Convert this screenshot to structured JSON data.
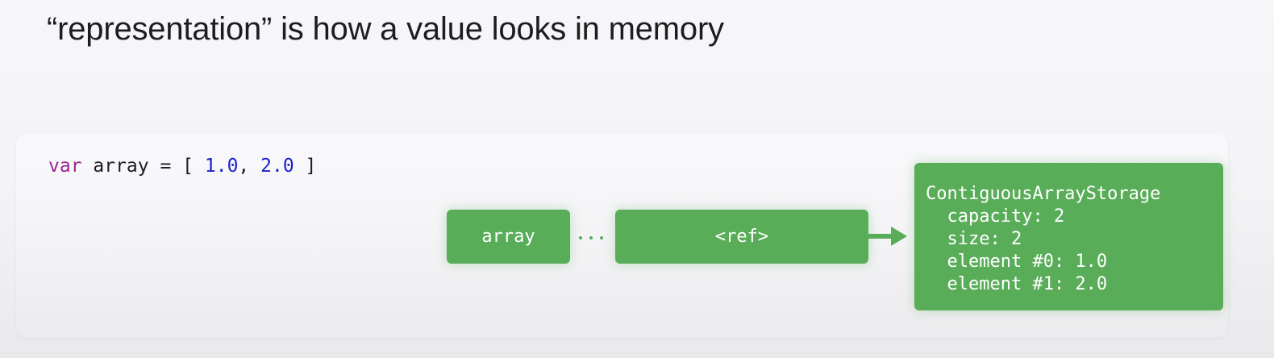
{
  "slide": {
    "title": "“representation” is how a value looks in memory"
  },
  "code": {
    "keyword": "var",
    "identifier": " array = [ ",
    "value_1": "1.0",
    "separator": ", ",
    "value_2": "2.0",
    "closing": " ]"
  },
  "diagram": {
    "variable_box": "array",
    "ref_box": "<ref>",
    "storage": {
      "type_name": "ContiguousArrayStorage",
      "capacity": "  capacity: 2",
      "size": "  size: 2",
      "element_0": "  element #0: 1.0",
      "element_1": "  element #1: 2.0"
    }
  },
  "colors": {
    "box_green": "#59ad59",
    "keyword_purple": "#9b2393",
    "number_blue": "#1c20c9",
    "title_text": "#1d1d1f"
  }
}
